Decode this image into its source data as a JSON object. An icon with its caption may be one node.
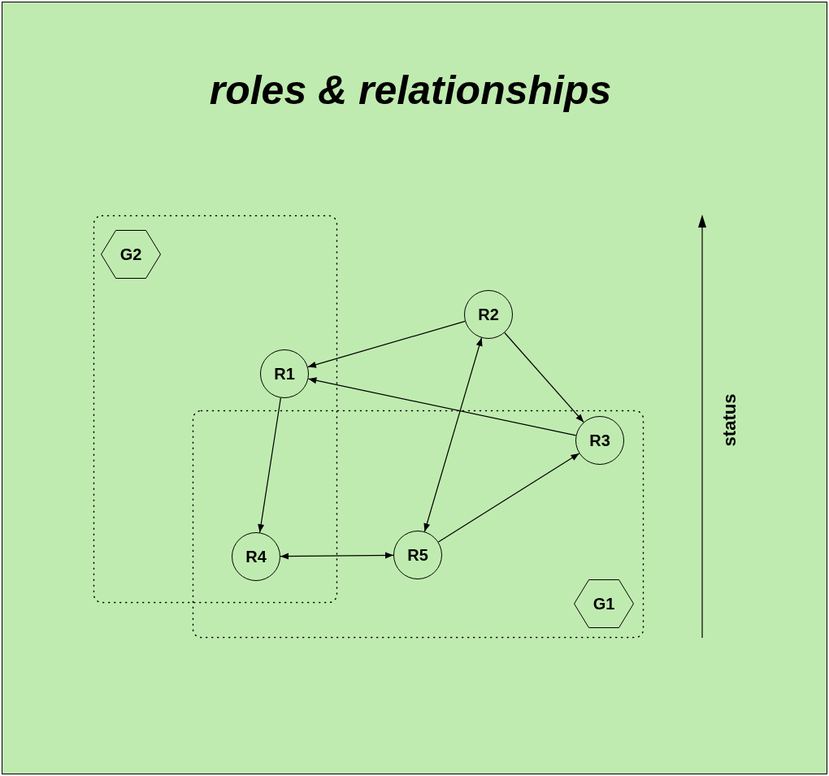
{
  "diagram": {
    "title": "roles & relationships",
    "nodes": [
      {
        "text": [],
        "shape": "box"
      },
      {
        "text": [
          "G2"
        ],
        "in": 0
      },
      {
        "text": [
          "R2"
        ]
      },
      {
        "text": [
          "R1"
        ],
        "in": 0
      },
      {
        "text": [],
        "shape": "box"
      },
      {
        "text": [
          "R3"
        ],
        "in": 4
      },
      {
        "text": [
          "R4"
        ]
      },
      {
        "text": [
          "R5"
        ],
        "in": 4
      },
      {
        "text": [
          "G1"
        ],
        "in": 4
      }
    ],
    "edges": [
      {
        "from": 2,
        "to": 3,
        "arrow": "to"
      },
      {
        "from": 2,
        "to": 5,
        "arrow": "to"
      },
      {
        "from": 5,
        "to": 3,
        "arrow": "to"
      },
      {
        "from": 3,
        "to": 6,
        "arrow": "to"
      },
      {
        "from": 6,
        "to": 7,
        "arrow": "both"
      },
      {
        "from": 7,
        "to": 5,
        "arrow": "to"
      },
      {
        "from": 7,
        "to": 2,
        "arrow": "both"
      }
    ],
    "labels": [
      "status"
    ]
  }
}
